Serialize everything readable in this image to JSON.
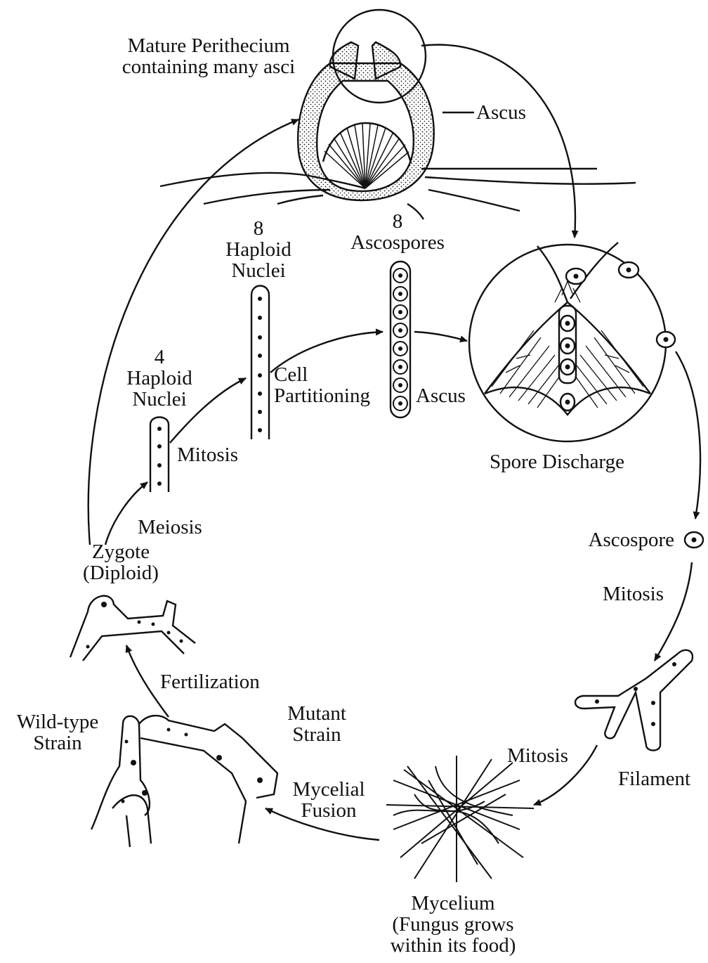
{
  "diagram": {
    "perithecium": {
      "line1": "Mature Perithecium",
      "line2": "containing many asci"
    },
    "ascus_top": "Ascus",
    "haploid8": {
      "num": "8",
      "line1": "Haploid",
      "line2": "Nuclei"
    },
    "ascospores8": {
      "num": "8",
      "line1": "Ascospores"
    },
    "haploid4": {
      "num": "4",
      "line1": "Haploid",
      "line2": "Nuclei"
    },
    "cell_partitioning": {
      "line1": "Cell",
      "line2": "Partitioning"
    },
    "ascus_mid": "Ascus",
    "mitosis_top": "Mitosis",
    "spore_discharge": "Spore Discharge",
    "meiosis": "Meiosis",
    "zygote": {
      "line1": "Zygote",
      "line2": "(Diploid)"
    },
    "ascospore": "Ascospore",
    "mitosis_right": "Mitosis",
    "fertilization": "Fertilization",
    "wild_type": {
      "line1": "Wild-type",
      "line2": "Strain"
    },
    "mutant": {
      "line1": "Mutant",
      "line2": "Strain"
    },
    "mycelial_fusion": {
      "line1": "Mycelial",
      "line2": "Fusion"
    },
    "mitosis_bottom": "Mitosis",
    "filament": "Filament",
    "mycelium": {
      "line1": "Mycelium",
      "line2": "(Fungus grows",
      "line3": "within its food)"
    }
  },
  "colors": {
    "ink": "#111111",
    "paper": "#ffffff"
  }
}
